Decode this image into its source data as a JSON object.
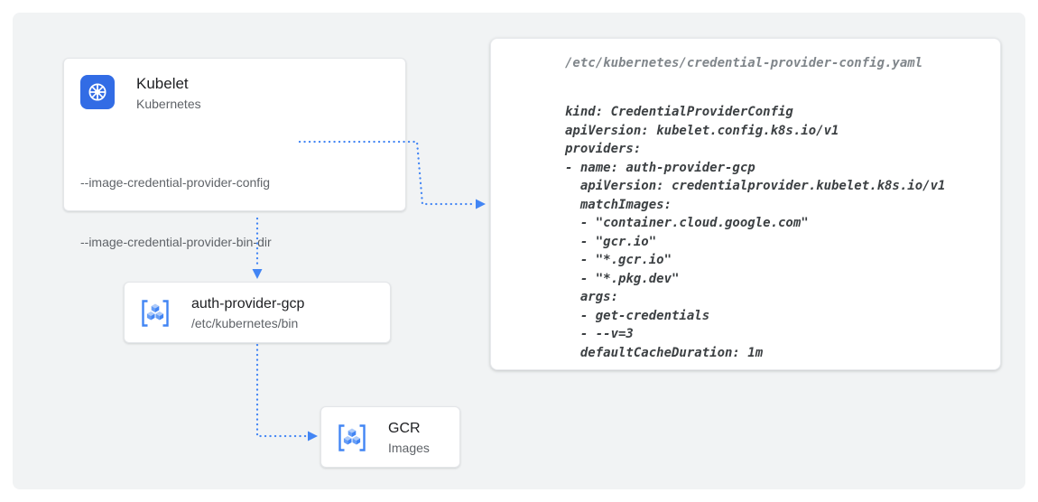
{
  "colors": {
    "panel_bg": "#f1f3f4",
    "card_bg": "#ffffff",
    "arrow_blue": "#4285f4",
    "kubernetes_blue": "#326ce5",
    "title_text": "#202124",
    "secondary_text": "#5f6368",
    "code_text": "#3c4043",
    "code_path_text": "#80868b"
  },
  "nodes": {
    "kubelet": {
      "icon": "kubernetes-helm-icon",
      "title": "Kubelet",
      "subtitle": "Kubernetes",
      "flags": [
        "--image-credential-provider-config",
        "--image-credential-provider-bin-dir"
      ]
    },
    "auth_provider": {
      "icon": "container-registry-icon",
      "title": "auth-provider-gcp",
      "subtitle": "/etc/kubernetes/bin"
    },
    "gcr": {
      "icon": "container-registry-icon",
      "title": "GCR",
      "subtitle": "Images"
    }
  },
  "yaml_card": {
    "path": "/etc/kubernetes/credential-provider-config.yaml",
    "lines": [
      "kind: CredentialProviderConfig",
      "apiVersion: kubelet.config.k8s.io/v1",
      "providers:",
      "- name: auth-provider-gcp",
      "  apiVersion: credentialprovider.kubelet.k8s.io/v1",
      "  matchImages:",
      "  - \"container.cloud.google.com\"",
      "  - \"gcr.io\"",
      "  - \"*.gcr.io\"",
      "  - \"*.pkg.dev\"",
      "  args:",
      "  - get-credentials",
      "  - --v=3",
      "  defaultCacheDuration: 1m"
    ]
  },
  "connections": [
    {
      "id": "config-flag-to-yaml",
      "from": "--image-credential-provider-config",
      "to": "credential-provider-config.yaml",
      "style": "dotted-blue-arrow"
    },
    {
      "id": "kubelet-to-auth-provider",
      "from": "Kubelet",
      "to": "auth-provider-gcp",
      "style": "dotted-blue-arrow"
    },
    {
      "id": "auth-provider-to-gcr",
      "from": "auth-provider-gcp",
      "to": "GCR",
      "style": "dotted-blue-arrow"
    }
  ]
}
